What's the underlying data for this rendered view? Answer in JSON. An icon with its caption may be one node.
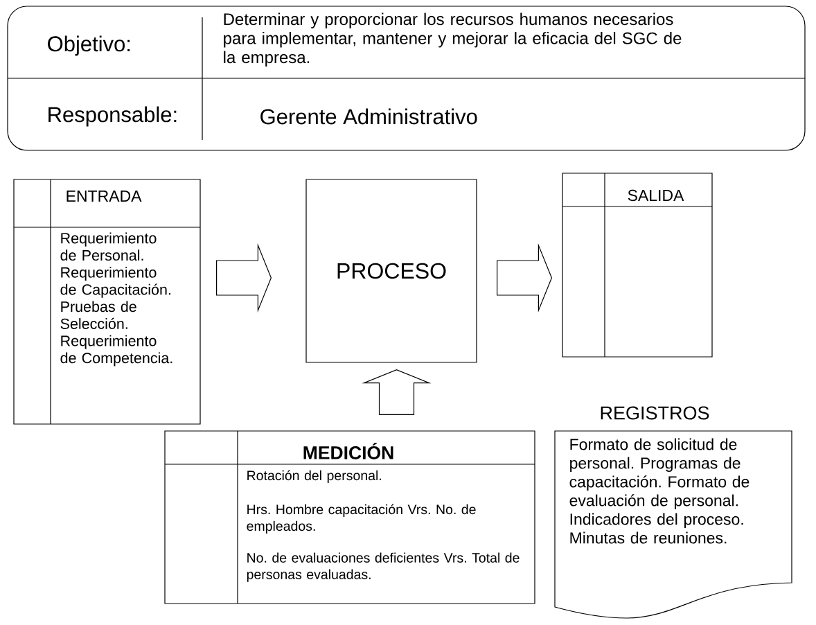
{
  "diagram": {
    "nodes": [
      {
        "text": [
          "Objetivo:",
          "Determinar y proporcionar los recursos humanos necesarios para implementar, mantener y mejorar la eficacia del SGC de la empresa.",
          "Responsable:",
          "Gerente Administrativo"
        ]
      },
      {
        "text": [
          "ENTRADA",
          "Requerimiento de Personal. Requerimiento de Capacitación. Pruebas de Selección. Requerimiento de Competencia."
        ]
      },
      {
        "text": [
          "PROCESO"
        ]
      },
      {
        "text": [
          "SALIDA"
        ]
      },
      {
        "text": [
          "MEDICIÓN",
          "Rotación del personal.",
          "Hrs. Hombre capacitación Vrs. No. de empleados.",
          "No. de evaluaciones deficientes Vrs. Total de personas evaluadas."
        ]
      },
      {
        "text": [
          "REGISTROS",
          "Formato de solicitud de personal. Programas de capacitación. Formato de evaluación de personal. Indicadores del proceso. Minutas de reuniones."
        ]
      }
    ],
    "edges": [
      {
        "from": 1,
        "to": 2,
        "arrow": "to"
      },
      {
        "from": 2,
        "to": 3,
        "arrow": "to"
      },
      {
        "from": 4,
        "to": 2,
        "arrow": "to"
      }
    ]
  }
}
